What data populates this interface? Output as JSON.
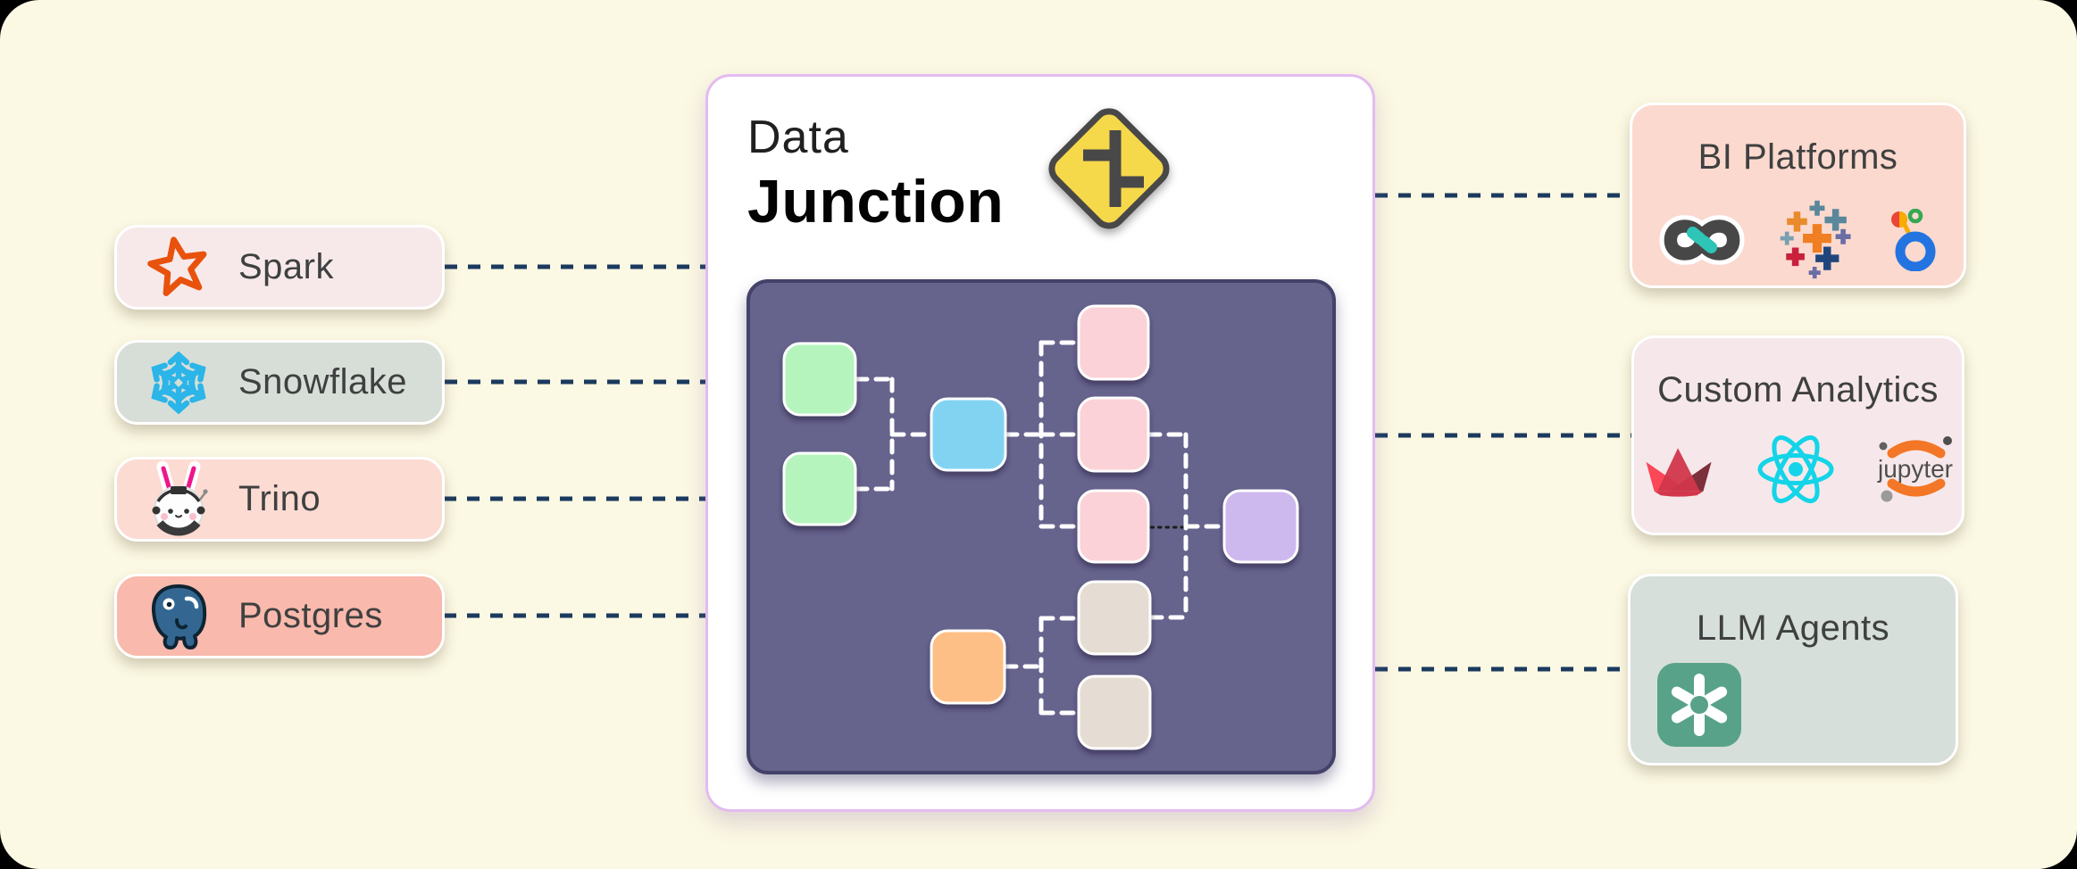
{
  "canvas": {
    "background": "#fbf8e3",
    "shape": "rounded rectangle"
  },
  "sources": [
    {
      "id": "spark",
      "label": "Spark",
      "icon": "spark-star-icon",
      "bg": "#f7e9ea"
    },
    {
      "id": "snowflake",
      "label": "Snowflake",
      "icon": "snowflake-icon",
      "bg": "#d7ded8"
    },
    {
      "id": "trino",
      "label": "Trino",
      "icon": "trino-bunny-icon",
      "bg": "#fcdbd3"
    },
    {
      "id": "postgres",
      "label": "Postgres",
      "icon": "postgres-elephant-icon",
      "bg": "#f9b9ac"
    }
  ],
  "center": {
    "title_line1": "Data",
    "title_line2": "Junction",
    "sign": "staggered-junction-road-sign",
    "sign_fill": "#f6d84b",
    "sign_stroke": "#484848",
    "panel_bg": "#66638c"
  },
  "destinations": [
    {
      "id": "bi-platforms",
      "title": "BI Platforms",
      "bg": "#fbd9ce",
      "icons": [
        "superset-icon",
        "tableau-icon",
        "looker-studio-icon"
      ]
    },
    {
      "id": "custom-analytics",
      "title": "Custom Analytics",
      "bg": "#f6e8ea",
      "icons": [
        "streamlit-icon",
        "react-icon",
        "jupyter-icon"
      ]
    },
    {
      "id": "llm-agents",
      "title": "LLM Agents",
      "bg": "#d6dfd9",
      "icons": [
        "openai-icon"
      ]
    }
  ],
  "icons": {
    "jupyter_wordmark": "jupyter"
  },
  "connections": {
    "color": "#1b3a5e",
    "style": "dashed",
    "left": [
      "spark → data-junction",
      "snowflake → data-junction",
      "trino → data-junction",
      "postgres → data-junction"
    ],
    "right": [
      "data-junction → bi-platforms",
      "data-junction → custom-analytics",
      "data-junction → llm-agents"
    ]
  },
  "dag": {
    "nodes": [
      {
        "id": "green-1",
        "color": "#b6f4bd"
      },
      {
        "id": "green-2",
        "color": "#b6f4bd"
      },
      {
        "id": "blue-1",
        "color": "#82d3f2"
      },
      {
        "id": "pink-1",
        "color": "#fbd2d7"
      },
      {
        "id": "pink-2",
        "color": "#fbd2d7"
      },
      {
        "id": "pink-3",
        "color": "#fbd2d7"
      },
      {
        "id": "purple-1",
        "color": "#cdb9ee"
      },
      {
        "id": "orange-1",
        "color": "#fdbf85"
      },
      {
        "id": "tan-1",
        "color": "#e5ddd3"
      },
      {
        "id": "tan-2",
        "color": "#e5ddd3"
      }
    ],
    "edges": [
      {
        "from": "green-1",
        "to": "blue-1",
        "style": "dashed"
      },
      {
        "from": "green-2",
        "to": "blue-1",
        "style": "dashed"
      },
      {
        "from": "blue-1",
        "to": "pink-1",
        "style": "dashed"
      },
      {
        "from": "blue-1",
        "to": "pink-2",
        "style": "dashed"
      },
      {
        "from": "blue-1",
        "to": "pink-3",
        "style": "dashed"
      },
      {
        "from": "pink-2",
        "to": "purple-1",
        "style": "dashed"
      },
      {
        "from": "tan-1",
        "to": "purple-1",
        "style": "dashed"
      },
      {
        "from": "pink-3",
        "to": "purple-1",
        "style": "dotted"
      },
      {
        "from": "orange-1",
        "to": "tan-1",
        "style": "dashed"
      },
      {
        "from": "orange-1",
        "to": "tan-2",
        "style": "dashed"
      }
    ]
  }
}
